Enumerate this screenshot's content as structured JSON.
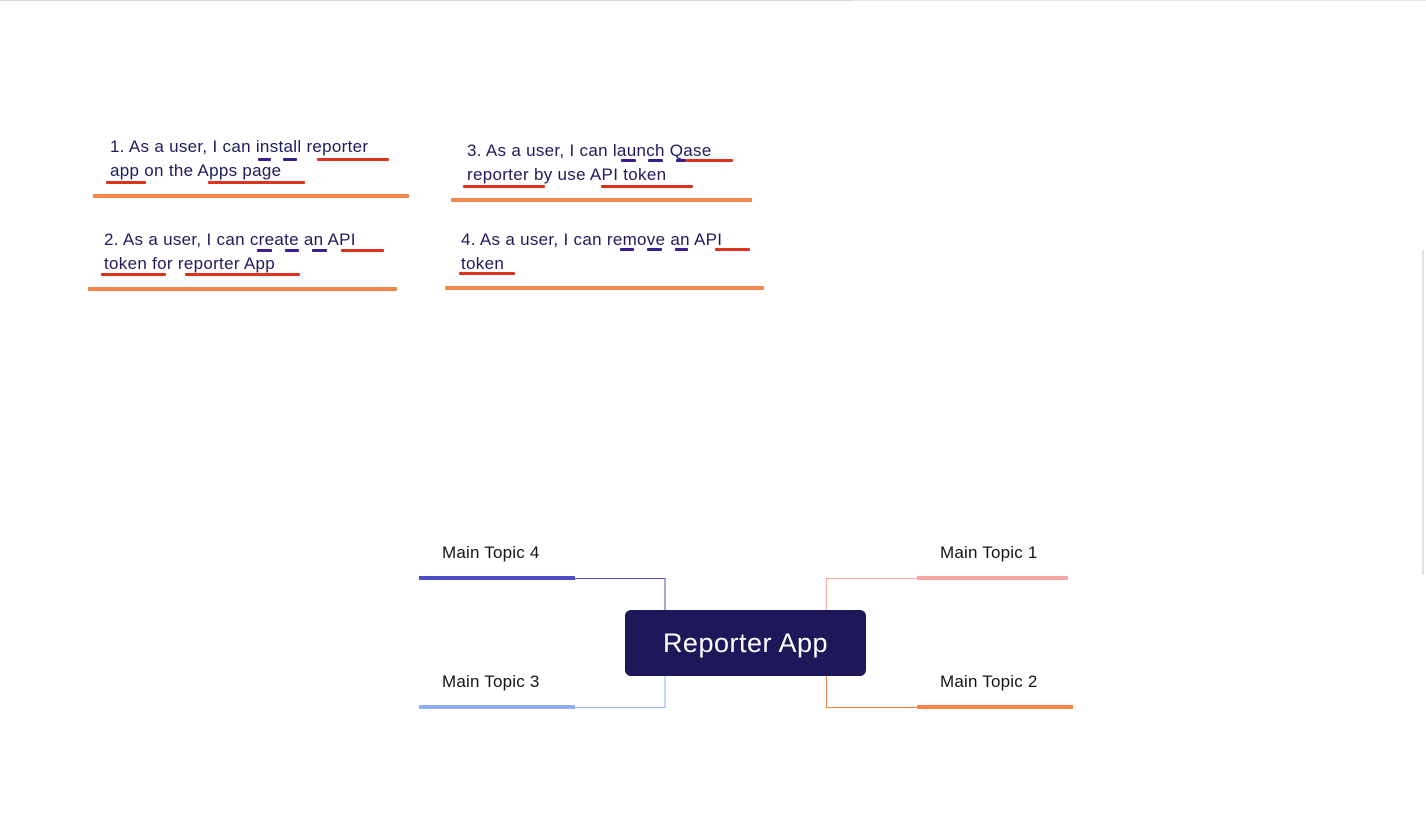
{
  "stories": [
    {
      "id": "story-1",
      "lines": [
        "1. As a user, I can install reporter",
        "app on the Apps page"
      ]
    },
    {
      "id": "story-2",
      "lines": [
        "2. As a user, I can create an API",
        "token for reporter App"
      ]
    },
    {
      "id": "story-3",
      "lines": [
        "3. As a user, I can launch Qase",
        "reporter by use API token"
      ]
    },
    {
      "id": "story-4",
      "lines": [
        "4. As a user, I can remove an API",
        "token"
      ]
    }
  ],
  "mindmap": {
    "central": "Reporter App",
    "topics": [
      {
        "label": "Main Topic 1",
        "color": "#f5a8a4"
      },
      {
        "label": "Main Topic 2",
        "color": "#f5864a"
      },
      {
        "label": "Main Topic 3",
        "color": "#8fb0f0"
      },
      {
        "label": "Main Topic 4",
        "color": "#4d4dc8"
      }
    ]
  },
  "colors": {
    "story_bar": "#f5864a",
    "spell_underline": "#e0301e",
    "grammar_underline": "#3a1c8e",
    "central_bg": "#1e175a"
  }
}
